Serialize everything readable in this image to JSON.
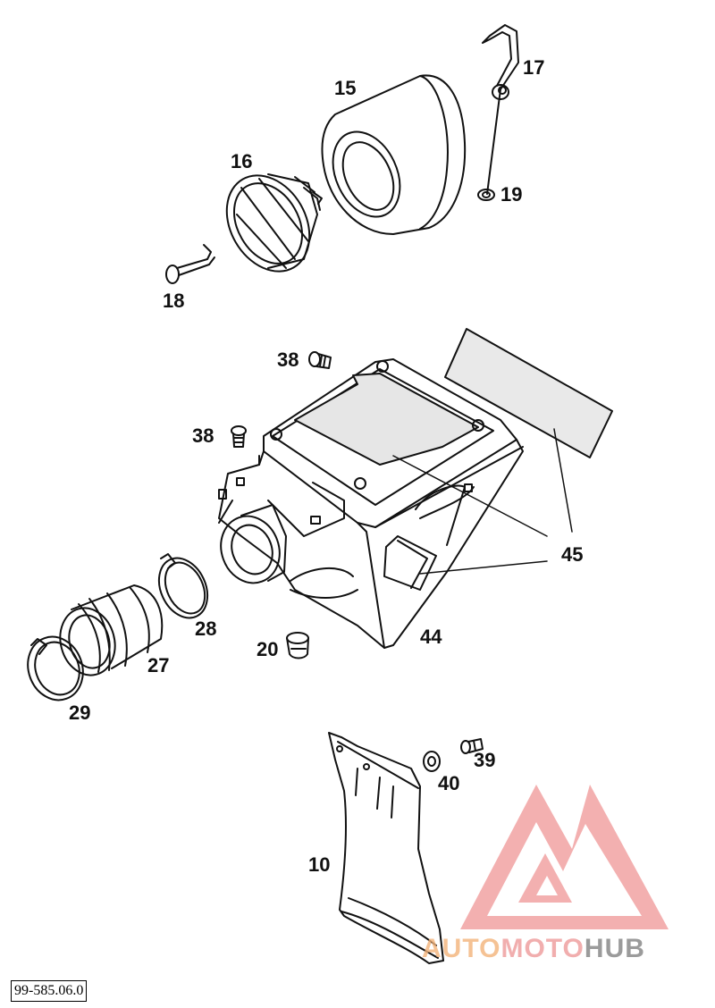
{
  "colors": {
    "line": "#111111",
    "watermark_red": "#ee8f8f",
    "watermark_orange": "#f3b37a",
    "watermark_gray": "#8a8a8a"
  },
  "parts": [
    {
      "id": "p15",
      "label": "15"
    },
    {
      "id": "p16",
      "label": "16"
    },
    {
      "id": "p17",
      "label": "17"
    },
    {
      "id": "p18",
      "label": "18"
    },
    {
      "id": "p19",
      "label": "19"
    },
    {
      "id": "p38a",
      "label": "38"
    },
    {
      "id": "p38b",
      "label": "38"
    },
    {
      "id": "p45",
      "label": "45"
    },
    {
      "id": "p44",
      "label": "44"
    },
    {
      "id": "p28",
      "label": "28"
    },
    {
      "id": "p27",
      "label": "27"
    },
    {
      "id": "p20",
      "label": "20"
    },
    {
      "id": "p29",
      "label": "29"
    },
    {
      "id": "p39",
      "label": "39"
    },
    {
      "id": "p40",
      "label": "40"
    },
    {
      "id": "p10",
      "label": "10"
    }
  ],
  "doc_code": "99-585.06.0",
  "watermark": {
    "part1": "AUTO",
    "part2": "MOTO",
    "part3": "HUB"
  }
}
